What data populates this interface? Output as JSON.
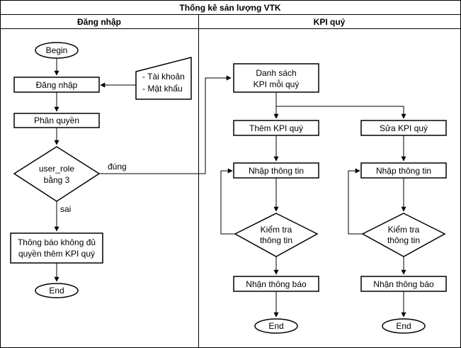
{
  "diagram": {
    "title": "Thống kê sản lượng VTK",
    "lanes": {
      "left": "Đăng nhập",
      "right": "KPI quý"
    },
    "nodes": {
      "begin": "Begin",
      "login": "Đăng nhập",
      "input_line1": "- Tài khoản",
      "input_line2": "- Mật khẩu",
      "permission": "Phân quyền",
      "decision_line1": "user_role",
      "decision_line2": "bằng 3",
      "label_yes": "đúng",
      "label_no": "sai",
      "denied_line1": "Thông báo không đủ",
      "denied_line2": "quyền thêm KPI quý",
      "end_left": "End",
      "list_line1": "Danh sách",
      "list_line2": "KPI mỗi quý",
      "add": "Thêm KPI quý",
      "edit": "Sửa KPI quý",
      "input_add": "Nhập thông tin",
      "input_edit": "Nhập thông tin",
      "check_add_line1": "Kiểm tra",
      "check_add_line2": "thông tin",
      "check_edit_line1": "Kiểm tra",
      "check_edit_line2": "thông tin",
      "notify_add": "Nhận thông báo",
      "notify_edit": "Nhận thông báo",
      "end_add": "End",
      "end_edit": "End"
    }
  }
}
